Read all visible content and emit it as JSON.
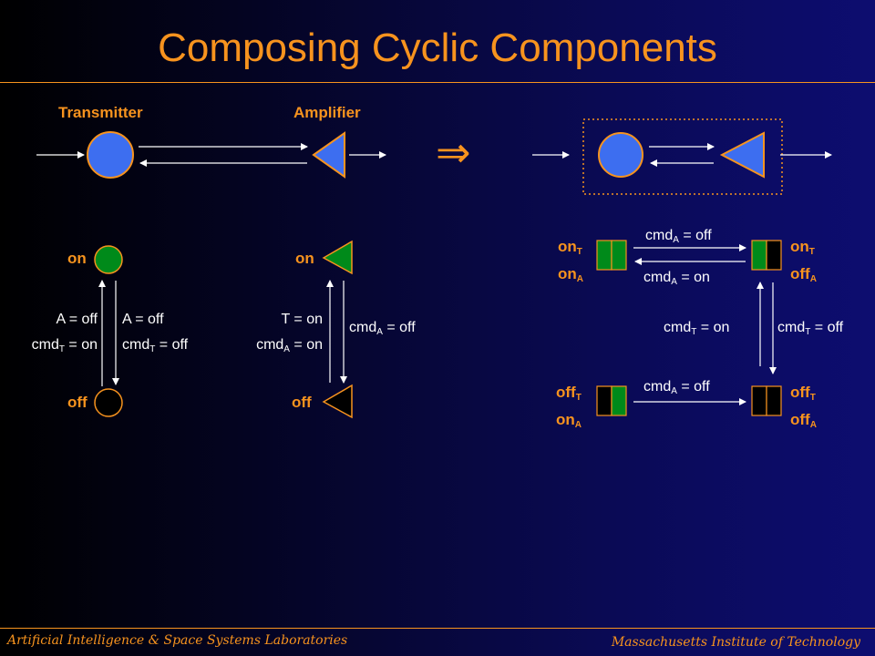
{
  "title": "Composing Cyclic Components",
  "top": {
    "transmitter_label": "Transmitter",
    "amplifier_label": "Amplifier",
    "implies_symbol": "⇒"
  },
  "transmitter_fsm": {
    "on_label": "on",
    "off_label": "off",
    "left_transition": {
      "line1": "A = off",
      "line2_pre": "cmd",
      "line2_sub": "T",
      "line2_post": " = on"
    },
    "right_transition": {
      "line1": "A = off",
      "line2_pre": "cmd",
      "line2_sub": "T",
      "line2_post": " = off"
    }
  },
  "amplifier_fsm": {
    "on_label": "on",
    "off_label": "off",
    "left_transition": {
      "line1": "T = on",
      "line2_pre": "cmd",
      "line2_sub": "A",
      "line2_post": " = on"
    },
    "right_transition": {
      "pre": "cmd",
      "sub": "A",
      "post": " = off"
    }
  },
  "composed_fsm": {
    "states": {
      "tl": {
        "l1": "on",
        "s1": "T",
        "l2": "on",
        "s2": "A"
      },
      "tr": {
        "l1": "on",
        "s1": "T",
        "l2": "off",
        "s2": "A"
      },
      "bl": {
        "l1": "off",
        "s1": "T",
        "l2": "on",
        "s2": "A"
      },
      "br": {
        "l1": "off",
        "s1": "T",
        "l2": "off",
        "s2": "A"
      }
    },
    "transitions": {
      "top_right": {
        "pre": "cmd",
        "sub": "A",
        "post": " = off"
      },
      "top_left": {
        "pre": "cmd",
        "sub": "A",
        "post": " = on"
      },
      "right_left": {
        "pre": "cmd",
        "sub": "T",
        "post": " = on"
      },
      "right_right": {
        "pre": "cmd",
        "sub": "T",
        "post": " = off"
      },
      "bottom": {
        "pre": "cmd",
        "sub": "A",
        "post": " = off"
      }
    }
  },
  "footer": {
    "left": "Artificial Intelligence & Space Systems Laboratories",
    "right": "Massachusetts Institute of Technology"
  },
  "colors": {
    "accent": "#f7931e",
    "component_fill": "#3d6ef0",
    "state_green": "#008a1a"
  }
}
